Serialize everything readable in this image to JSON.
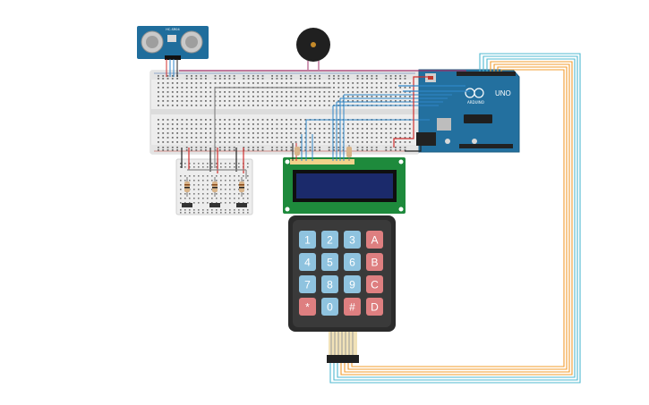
{
  "components": {
    "ultrasonic_sensor": {
      "title": "HC-SR04"
    },
    "arduino": {
      "board_label": "UNO",
      "brand": "ARDUINO"
    },
    "buzzer": {},
    "lcd": {},
    "keypad": {
      "keys": [
        [
          "1",
          "2",
          "3",
          "A"
        ],
        [
          "4",
          "5",
          "6",
          "B"
        ],
        [
          "7",
          "8",
          "9",
          "C"
        ],
        [
          "*",
          "0",
          "#",
          "D"
        ]
      ]
    }
  },
  "colors": {
    "numeric_key": "#8fc3df",
    "letter_key": "#de7f80",
    "keypad_body": "#2b2b2b",
    "arduino_blue": "#23709f",
    "sensor_blue": "#1f6d9c",
    "lcd_screen": "#1b2a6b",
    "lcd_pcb": "#1e8a3c",
    "wire_orange": "#f39c2e",
    "wire_cyan": "#4fb9d0",
    "wire_blue": "#2f86c8",
    "wire_red": "#d0302f",
    "wire_black": "#222222",
    "wire_gray": "#888888",
    "wire_magenta": "#a0336b"
  }
}
